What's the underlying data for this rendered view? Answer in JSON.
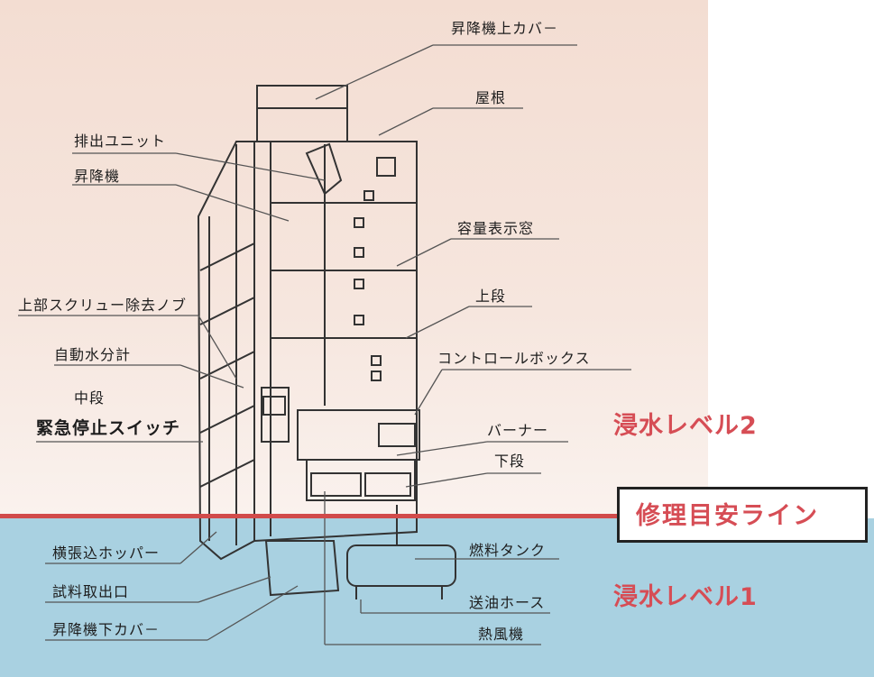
{
  "labels": {
    "elevator_top_cover": "昇降機上カバ－",
    "roof": "屋根",
    "discharge_unit": "排出ユニット",
    "elevator": "昇降機",
    "capacity_window": "容量表示窓",
    "upper_stage": "上段",
    "upper_screw_knob": "上部スクリュー除去ノブ",
    "auto_moisture_meter": "自動水分計",
    "control_box": "コントロールボックス",
    "middle_stage": "中段",
    "emergency_stop_switch": "緊急停止スイッチ",
    "burner": "バーナー",
    "lower_stage": "下段",
    "side_hopper": "横張込ホッパー",
    "sample_outlet": "試料取出口",
    "elevator_bottom_cover": "昇降機下カバ－",
    "fuel_tank": "燃料タンク",
    "oil_hose": "送油ホース",
    "hot_air_unit": "熱風機"
  },
  "levels": {
    "level2": "浸水レベル2",
    "repair_line": "修理目安ライン",
    "level1": "浸水レベル1"
  },
  "colors": {
    "level_text": "#d64d55",
    "water": "#a9d1e1",
    "waterline": "#d14b4b",
    "paper": "#f3ddd2"
  }
}
